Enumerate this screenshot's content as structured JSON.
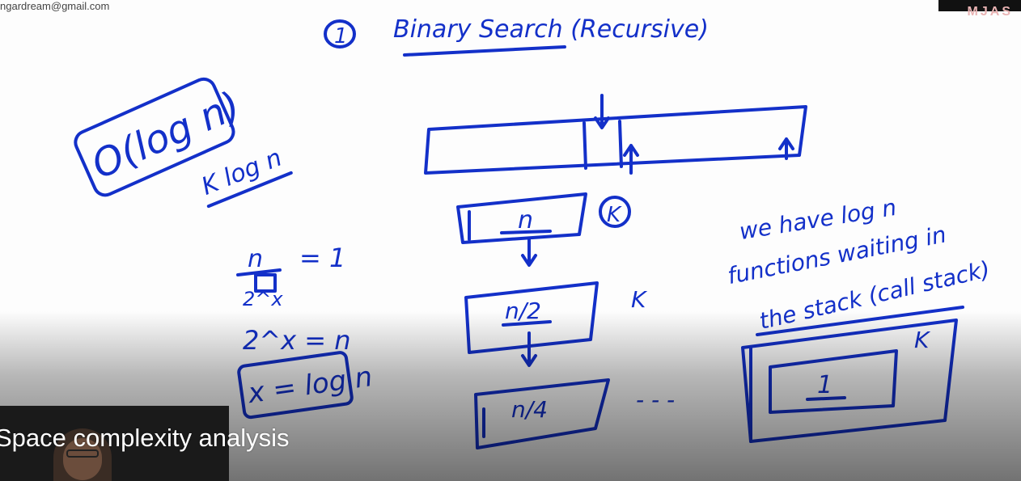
{
  "header": {
    "account_email": "ngardream@gmail.com",
    "brand": "MJAS"
  },
  "video": {
    "caption": "Space complexity analysis"
  },
  "whiteboard": {
    "step_number": "1",
    "title": "Binary Search (Recursive)",
    "complexity": "O(log n)",
    "k_log_n": "K log n",
    "eq1_numerator": "n",
    "eq1_rhs": "= 1",
    "eq1_denominator": "2^x",
    "eq2": "2^x = n",
    "eq3": "x = log n",
    "k_circled": "K",
    "stack_n": "n",
    "stack_n2": "n/2",
    "k_mid": "K",
    "stack_n4": "n/4",
    "dashes": "- - -",
    "note_line1": "we have log n",
    "note_line2": "functions waiting in",
    "note_line3": "the stack (call stack)",
    "k_box": "K",
    "box_one": "1"
  },
  "colors": {
    "ink": "#1330c9",
    "caption_text": "#ffffff"
  }
}
